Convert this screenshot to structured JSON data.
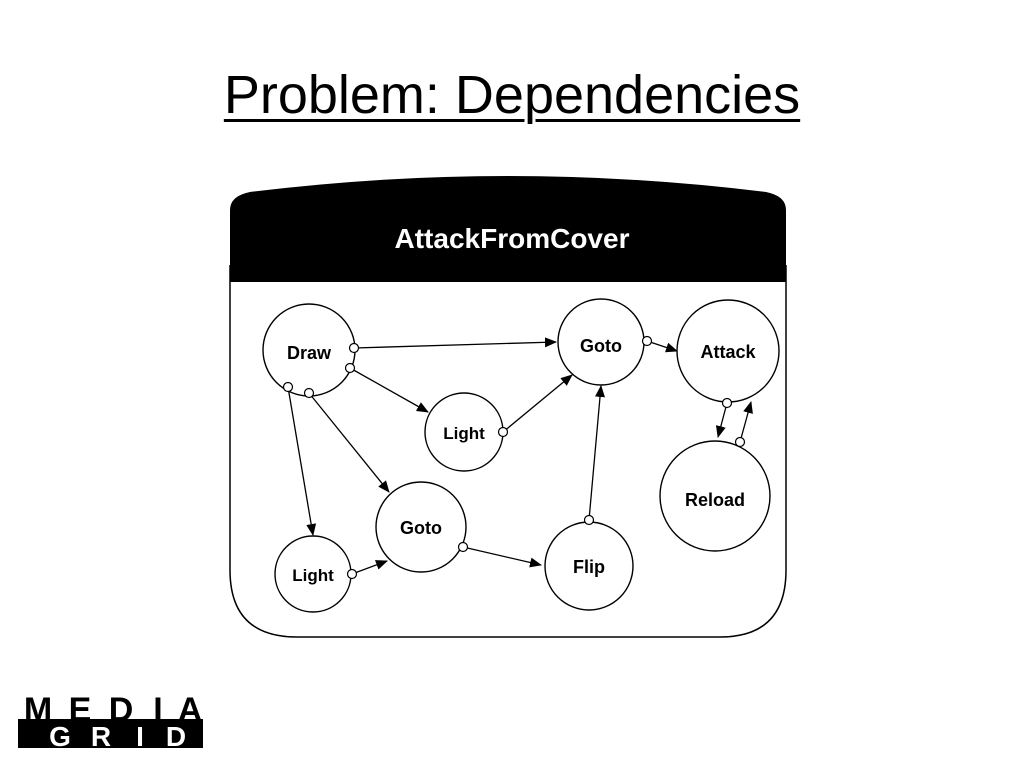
{
  "slide": {
    "title": "Problem:  Dependencies"
  },
  "diagram": {
    "container_label": "AttackFromCover",
    "nodes": [
      {
        "id": "draw",
        "label": "Draw"
      },
      {
        "id": "goto-top",
        "label": "Goto"
      },
      {
        "id": "attack",
        "label": "Attack"
      },
      {
        "id": "light-mid",
        "label": "Light"
      },
      {
        "id": "reload",
        "label": "Reload"
      },
      {
        "id": "goto-mid",
        "label": "Goto"
      },
      {
        "id": "flip",
        "label": "Flip"
      },
      {
        "id": "light-bottom",
        "label": "Light"
      }
    ],
    "edges": [
      {
        "from": "draw",
        "to": "goto-top"
      },
      {
        "from": "draw",
        "to": "light-mid"
      },
      {
        "from": "draw",
        "to": "goto-mid"
      },
      {
        "from": "draw",
        "to": "light-bottom"
      },
      {
        "from": "light-mid",
        "to": "goto-top"
      },
      {
        "from": "light-bottom",
        "to": "goto-mid"
      },
      {
        "from": "goto-mid",
        "to": "flip"
      },
      {
        "from": "flip",
        "to": "goto-top"
      },
      {
        "from": "goto-top",
        "to": "attack"
      },
      {
        "from": "attack",
        "to": "reload"
      },
      {
        "from": "reload",
        "to": "attack"
      }
    ]
  },
  "logo": {
    "top_letters": [
      "M",
      "E",
      "D",
      "I",
      "A"
    ],
    "bottom_letters": [
      "G",
      "R",
      "I",
      "D"
    ]
  }
}
